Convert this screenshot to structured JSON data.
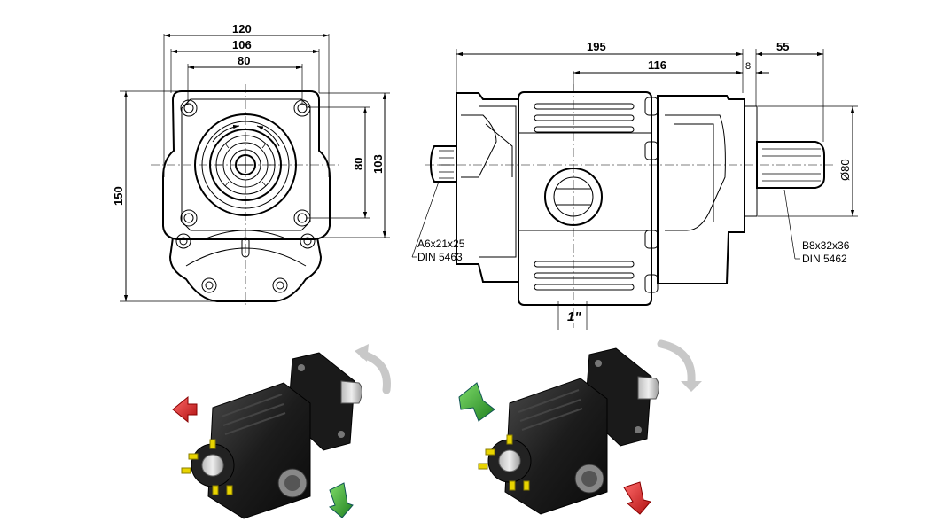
{
  "front_view": {
    "dims": {
      "width_overall": "120",
      "width_flange": "106",
      "width_bolts": "80",
      "height_overall": "150",
      "height_bolts": "80",
      "height_flange": "103"
    }
  },
  "side_view": {
    "dims": {
      "length_body": "195",
      "length_mid": "116",
      "gap": "8",
      "shaft_length": "55",
      "shaft_diameter": "Ø80",
      "port_size": "1\""
    },
    "callouts": {
      "input_spline": "A6x21x25",
      "input_standard": "DIN 5463",
      "output_spline": "B8x32x36",
      "output_standard": "DIN 5462"
    }
  },
  "iso_views": {
    "colors": {
      "red_arrow": "#d42020",
      "green_arrow": "#2a9a2a",
      "yellow_bolts": "#e8d400",
      "body": "#1a1a1a"
    }
  }
}
